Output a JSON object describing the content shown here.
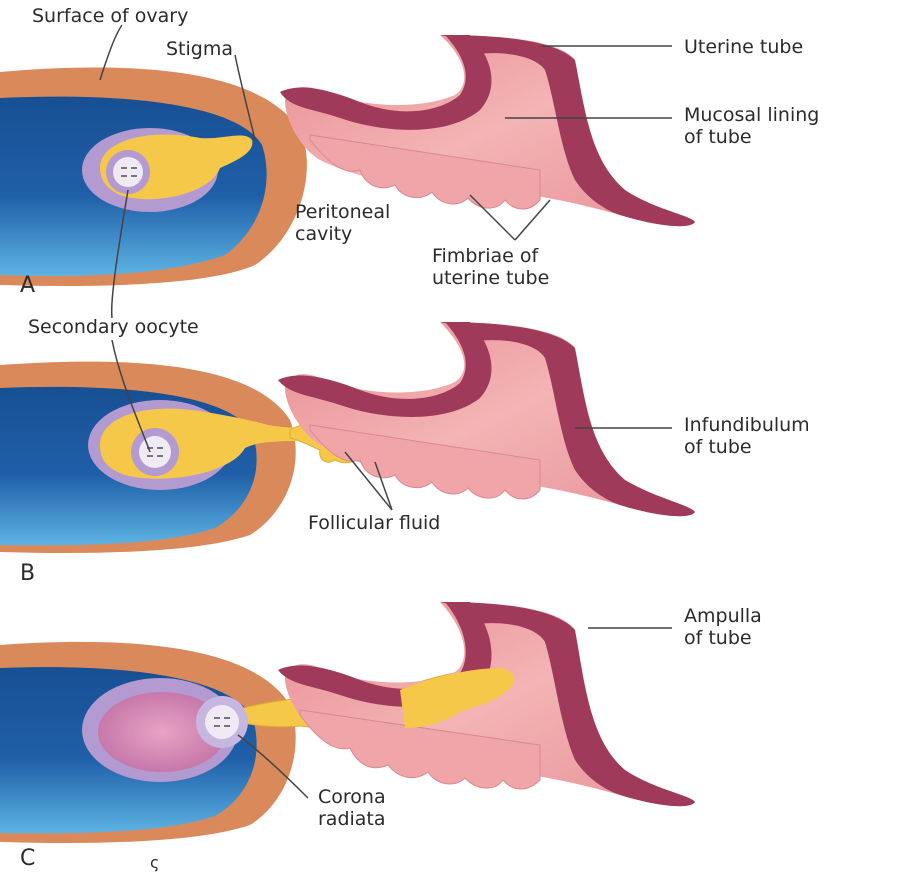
{
  "panels": {
    "a": {
      "letter": "A",
      "labels": {
        "surface_of_ovary": "Surface of ovary",
        "stigma": "Stigma",
        "uterine_tube": "Uterine tube",
        "mucosal_lining_1": "Mucosal lining",
        "mucosal_lining_2": "of tube",
        "peritoneal_1": "Peritoneal",
        "peritoneal_2": "cavity",
        "fimbriae_1": "Fimbriae of",
        "fimbriae_2": "uterine tube"
      }
    },
    "b": {
      "letter": "B",
      "labels": {
        "secondary_oocyte": "Secondary oocyte",
        "infundibulum_1": "Infundibulum",
        "infundibulum_2": "of tube",
        "follicular_fluid": "Follicular fluid"
      }
    },
    "c": {
      "letter": "C",
      "labels": {
        "ampulla_1": "Ampulla",
        "ampulla_2": "of tube",
        "corona_1": "Corona",
        "corona_2": "radiata"
      },
      "small_mark": "ς"
    }
  },
  "colors": {
    "ovary_surface": "#d9895a",
    "ovary_inner": "#1f5fa8",
    "ovary_light": "#4fa3d9",
    "follicle_rim": "#b39ad0",
    "follicular_fluid": "#f6c84a",
    "tube_outer": "#a03a5a",
    "tube_mucosa": "#eea0a4",
    "oocyte": "#efeaf4",
    "leader": "#444444"
  }
}
